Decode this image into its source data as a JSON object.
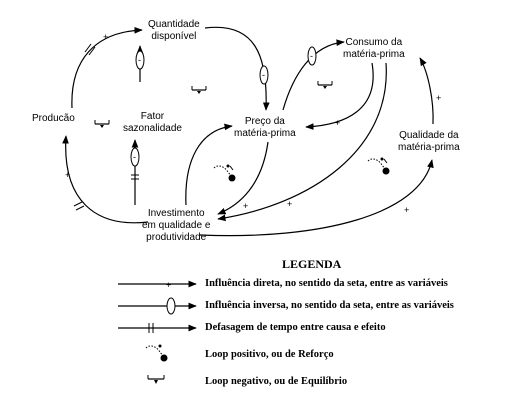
{
  "nodes": {
    "quantidade_line1": "Quantidade",
    "quantidade_line2": "disponível",
    "producao": "Producão",
    "fator_line1": "Fator",
    "fator_line2": "sazonalidade",
    "preco_line1": "Preço da",
    "preco_line2": "matéria-prima",
    "consumo_line1": "Consumo da",
    "consumo_line2": "matéria-prima",
    "qualidade_line1": "Qualidade da",
    "qualidade_line2": "matéria-prima",
    "investimento_line1": "Investimento",
    "investimento_line2": "em qualidade e",
    "investimento_line3": "produtividade"
  },
  "signs": {
    "plus": "+",
    "minus": "-"
  },
  "legend": {
    "title": "LEGENDA",
    "items": [
      "Influência direta, no sentido da seta, entre as variáveis",
      "Influência inversa, no sentido da seta, entre as variáveis",
      "Defasagem de tempo entre causa e efeito",
      "Loop positivo, ou de Reforço",
      "Loop negativo, ou de Equilíbrio"
    ]
  }
}
